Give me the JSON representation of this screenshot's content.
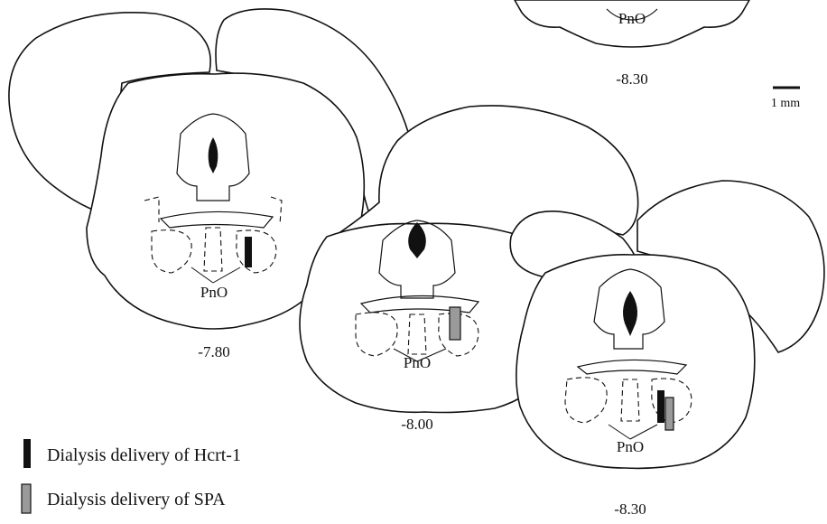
{
  "sections": [
    {
      "id": "s1",
      "region_label": "PnO",
      "level": "-7.80",
      "placement": "Hcrt-1"
    },
    {
      "id": "s2",
      "region_label": "PnO",
      "level": "-8.00",
      "placement": "SPA"
    },
    {
      "id": "s3",
      "region_label": "PnO",
      "level": "-8.30",
      "placement": "Hcrt-1 and SPA"
    },
    {
      "id": "s4",
      "region_label": "PnO",
      "level": "-8.30",
      "placement": ""
    }
  ],
  "scale_bar": {
    "label": "1 mm"
  },
  "legend": {
    "items": [
      {
        "label": "Dialysis delivery of Hcrt-1",
        "color": "#111111"
      },
      {
        "label": "Dialysis delivery of SPA",
        "color": "#9a9a9a"
      }
    ]
  }
}
